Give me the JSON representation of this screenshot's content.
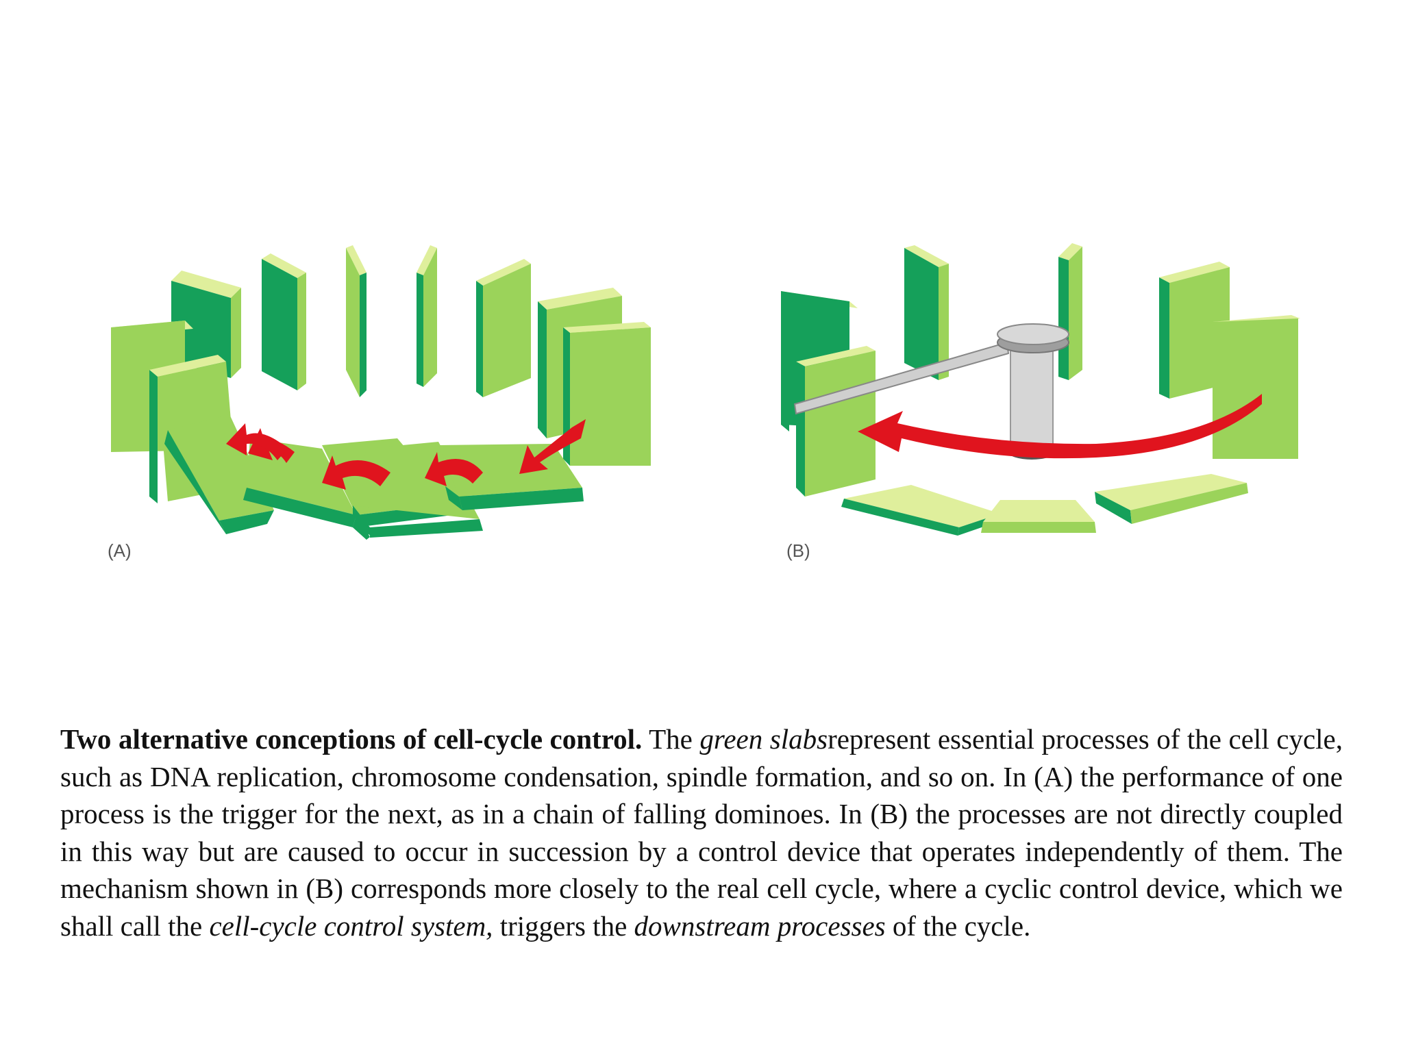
{
  "panels": {
    "a_label": "(A)",
    "b_label": "(B)"
  },
  "colors": {
    "slab_face_light": "#9bd35a",
    "slab_side_dark": "#15a05a",
    "slab_top": "#dfef9c",
    "arrow_red": "#e0141e",
    "device_gray": "#c8c8c8"
  },
  "caption": {
    "title": "Two alternative conceptions of cell-cycle control.",
    "t1": " The ",
    "i1": "green slabs",
    "t2": "represent essential processes of the cell cycle, such as DNA replication, chromosome condensation, spindle formation, and so on. In (A) the performance of one process is the trigger for the next, as in a chain of falling dominoes. In (B) the processes are not directly coupled in this way but are caused to occur in succession by a control device that operates independently of them. The mechanism shown in (B) corresponds more closely to the real cell cycle, where a cyclic control device, which we shall call the ",
    "i2": "cell-cycle control system,",
    "t3": " triggers the ",
    "i3": "downstream processes",
    "t4": " of the cycle."
  }
}
